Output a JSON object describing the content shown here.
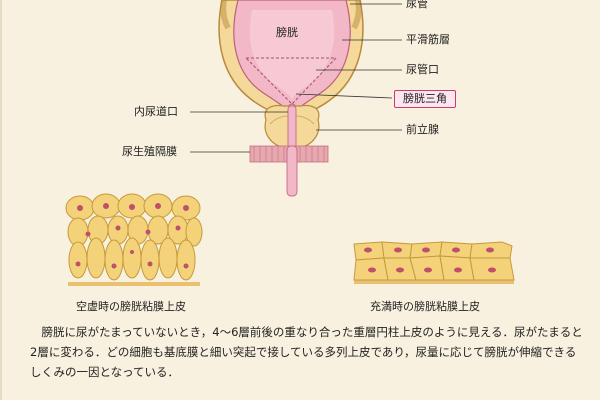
{
  "labels": {
    "ureter": "尿管",
    "bladder": "膀胱",
    "smooth_muscle": "平滑筋層",
    "ureteric_orifice": "尿管口",
    "trigone": "膀胱三角",
    "internal_urethral_orifice": "内尿道口",
    "prostate": "前立腺",
    "urogenital_diaphragm": "尿生殖隔膜"
  },
  "captions": {
    "empty": "空虚時の膀胱粘膜上皮",
    "full": "充満時の膀胱粘膜上皮"
  },
  "description": "膀胱に尿がたまっていないとき，4〜6層前後の重なり合った重層円柱上皮のように見える．尿がたまると2層に変わる．どの細胞も基底膜と細い突起で接している多列上皮であり，尿量に応じて膀胱が伸縮できるしくみの一因となっている．",
  "colors": {
    "bladder_fill": "#f2b8c8",
    "muscle": "#f4d99a",
    "trigone_border": "#c04070",
    "cell": "#f3d27a",
    "nucleus": "#c0506a"
  }
}
